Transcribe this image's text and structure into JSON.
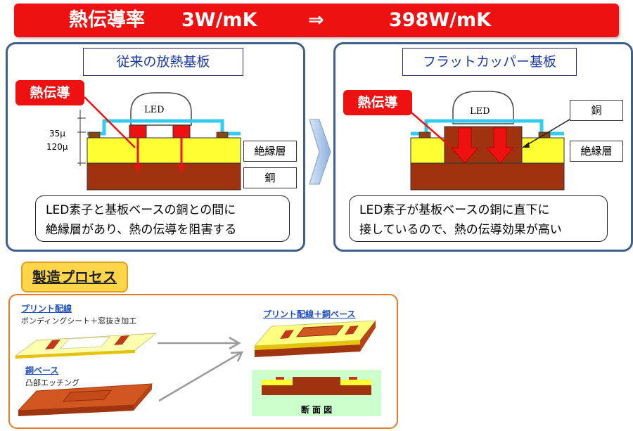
{
  "banner": {
    "label": "熱伝導率",
    "from_value": "3W/mK",
    "arrow": "⇒",
    "to_value": "398W/mK"
  },
  "left_panel": {
    "title": "従来の放熱基板",
    "heat_label": "熱伝導",
    "led_label": "LED",
    "dim_35": "35μ",
    "dim_120": "120μ",
    "insulation_label": "絶縁層",
    "copper_label": "銅",
    "description_line1": "LED素子と基板ベースの銅との間に",
    "description_line2": "絶縁層があり、熱の伝導を阻害する"
  },
  "right_panel": {
    "title": "フラットカッパー基板",
    "heat_label": "熱伝導",
    "led_label": "LED",
    "copper_label": "銅",
    "insulation_label": "絶縁層",
    "description_line1": "LED素子が基板ベースの銅に直下に",
    "description_line2": "接しているので、熱の伝導効果が高い"
  },
  "process": {
    "title": "製造プロセス",
    "printed_wiring_title": "プリント配線",
    "printed_wiring_note": "ボンディングシート＋窓抜き加工",
    "copper_base_title": "銅ベース",
    "copper_base_note": "凸部エッチング",
    "result_title": "プリント配線＋銅ベース",
    "cross_section_label": "断 面 図"
  },
  "colors": {
    "banner_red": "#ee1111",
    "insulation_yellow": "#ffff33",
    "copper_brown": "#a0330f",
    "panel_border": "#3f5f8f",
    "trace_cyan": "#33ccee",
    "process_border": "#e07b2a",
    "process_title_bg": "#ffd54a"
  }
}
